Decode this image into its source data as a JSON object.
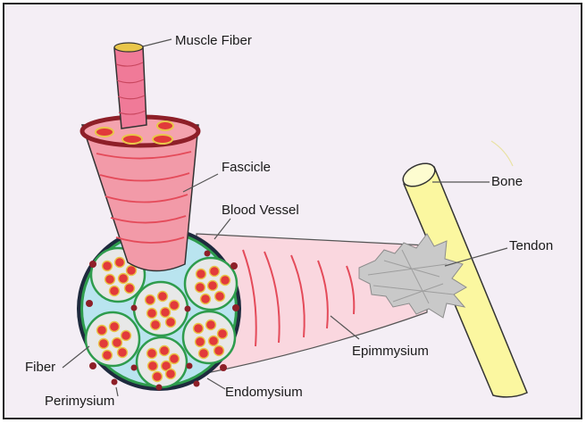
{
  "labels": {
    "muscle_fiber": "Muscle Fiber",
    "fascicle": "Fascicle",
    "blood_vessel": "Blood Vessel",
    "bone": "Bone",
    "tendon": "Tendon",
    "epimysium": "Epimmysium",
    "endomysium": "Endomysium",
    "perimysium": "Perimysium",
    "fiber": "Fiber"
  },
  "colors": {
    "background": "#f4eef5",
    "muscle_pink": "#f29aa8",
    "epimysium_pink": "#fad7df",
    "fascicle_fill": "#f29aa8",
    "bone_yellow": "#fbf7a0",
    "tendon_gray": "#c9c9c9",
    "perimysium_blue": "#b9e4ef",
    "fiber_red": "#e23a3a",
    "blood_vessel": "#8e1f28",
    "endomysium_green": "#2e9c4d"
  }
}
